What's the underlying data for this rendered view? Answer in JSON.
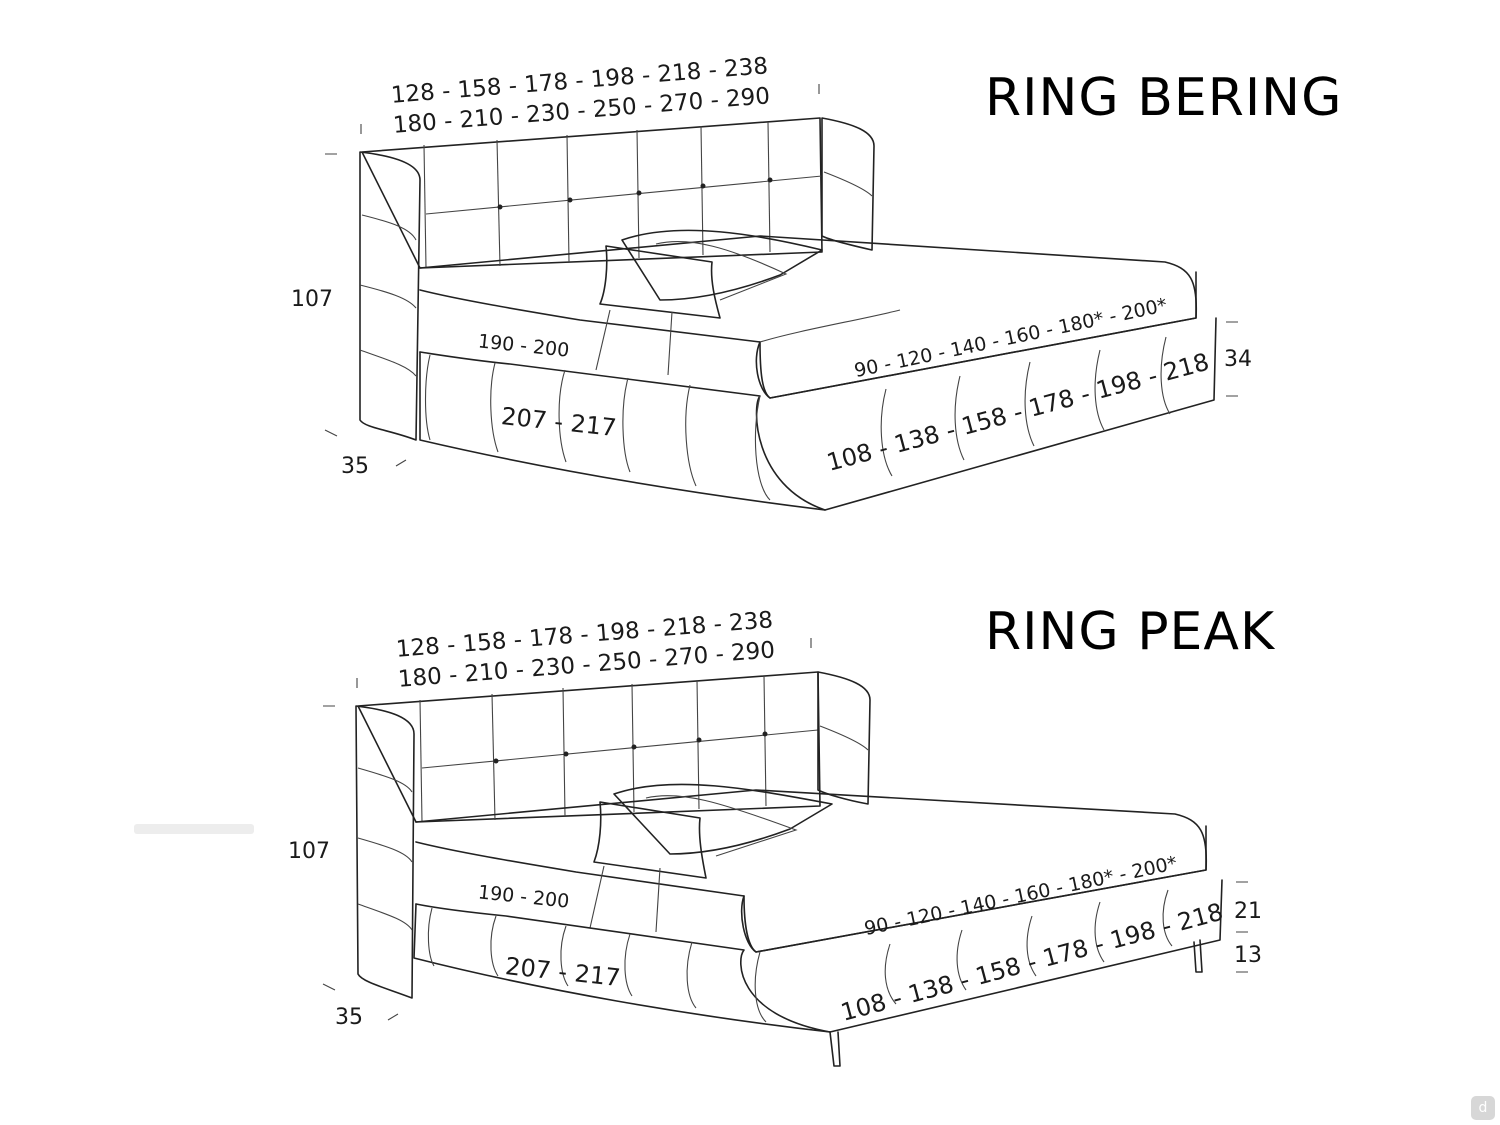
{
  "beds": [
    {
      "name": "RING BERING",
      "headboard_widths": "128 - 158 - 178 - 198 - 218 - 238",
      "overall_lengths": "180 - 210 - 230 - 250 - 270 - 290",
      "height": "107",
      "headboard_depth": "35",
      "mattress_lengths": "190 - 200",
      "bed_lengths": "207 - 217",
      "mattress_widths": "90 - 120 - 140 - 160 - 180* - 200*",
      "bed_widths": "108 - 138 - 158 - 178 - 198 - 218",
      "base_height": "34"
    },
    {
      "name": "RING PEAK",
      "headboard_widths": "128 - 158 - 178 - 198 - 218 - 238",
      "overall_lengths": "180 - 210 - 230 - 250 - 270 - 290",
      "height": "107",
      "headboard_depth": "35",
      "mattress_lengths": "190 - 200",
      "bed_lengths": "207 - 217",
      "mattress_widths": "90 - 120 - 140 - 160 - 180* - 200*",
      "bed_widths": "108 - 138 - 158 - 178 - 198 - 218",
      "base_height": "21",
      "leg_height": "13"
    }
  ],
  "logo": {
    "letter": "d"
  }
}
